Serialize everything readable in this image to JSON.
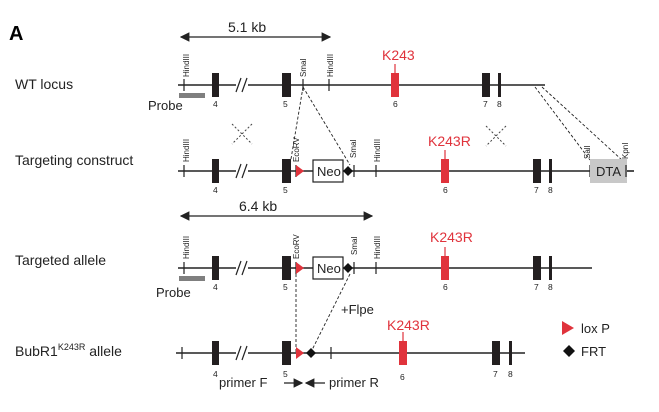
{
  "panel_label": "A",
  "rows": {
    "wt": "WT locus",
    "construct": "Targeting construct",
    "targeted": "Targeted allele",
    "k243r_prefix": "BubR1",
    "k243r_sup": "K243R",
    "k243r_suffix": " allele"
  },
  "sizes": {
    "wt_kb": "5.1 kb",
    "targeted_kb": "6.4 kb"
  },
  "sites": {
    "hindiii": "HindIII",
    "smai": "SmaI",
    "ecorv": "EcoRV",
    "sali": "SalI",
    "kpni": "KpnI"
  },
  "exons": {
    "e4": "4",
    "e5": "5",
    "e6": "6",
    "e7": "7",
    "e8": "8"
  },
  "mutations": {
    "wt": "K243",
    "mutant": "K243R"
  },
  "boxes": {
    "neo": "Neo",
    "dta": "DTA"
  },
  "probe": "Probe",
  "flpe": "+Flpe",
  "primers": {
    "f": "primer F",
    "r": "primer R"
  },
  "legend": {
    "loxp": "lox P",
    "frt": "FRT"
  },
  "colors": {
    "exon": "#231f20",
    "mutant_exon": "#e0333c",
    "probe": "#7f7f7f",
    "dta_box": "#c8c8c8",
    "loxp": "#e0333c"
  }
}
